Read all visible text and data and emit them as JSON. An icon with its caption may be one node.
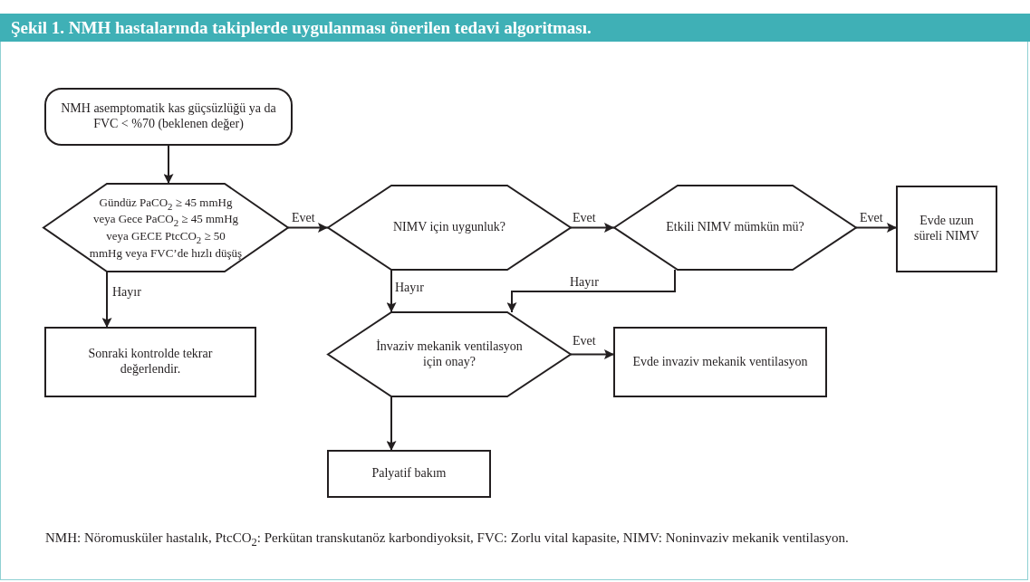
{
  "diagram": {
    "title": "Şekil 1. NMH hastalarında takiplerde uygulanması önerilen tedavi algoritması.",
    "caption": "NMH: Nöromusküler hastalık, PtcCO$_{2}$: Perkütan transkutanöz karbondiyoksit, FVC: Zorlu vital kapasite, NIMV: Noninvaziv mekanik ventilasyon.",
    "nodes": [
      {
        "text": [
          "NMH asemptomatik kas güçsüzlüğü ya da FVC < %70 (beklenen değer)"
        ]
      },
      {
        "text": [
          "Gündüz PaCO$_{2}$ ≥ 45 mmHg veya Gece PaCO$_{2}$ ≥ 45 mmHg veya GECE PtcCO$_{2}$ ≥ 50 mmHg veya FVC’de hızlı düşüş"
        ]
      },
      {
        "text": [
          "NIMV için uygunluk?"
        ]
      },
      {
        "text": [
          "Etkili NIMV mümkün mü?"
        ]
      },
      {
        "text": [
          "Evde uzun süreli NIMV"
        ]
      },
      {
        "text": [
          "Sonraki kontrolde tekrar değerlendir."
        ]
      },
      {
        "text": [
          "İnvaziv mekanik ventilasyon için onay?"
        ]
      },
      {
        "text": [
          "Evde invaziv mekanik ventilasyon"
        ]
      },
      {
        "text": [
          "Palyatif bakım"
        ]
      }
    ],
    "edges": [
      {
        "from": 0,
        "to": 1,
        "arrow": "to"
      },
      {
        "from": 1,
        "to": 2,
        "arrow": "to",
        "label": "Evet"
      },
      {
        "from": 2,
        "to": 3,
        "arrow": "to",
        "label": "Evet"
      },
      {
        "from": 3,
        "to": 4,
        "arrow": "to",
        "label": "Evet"
      },
      {
        "from": 1,
        "to": 5,
        "arrow": "to",
        "label": "Hayır"
      },
      {
        "from": 2,
        "to": 6,
        "arrow": "to",
        "label": "Hayır"
      },
      {
        "from": 3,
        "to": 6,
        "arrow": "to",
        "label": "Hayır"
      },
      {
        "from": 6,
        "to": 7,
        "arrow": "to",
        "label": "Evet"
      },
      {
        "from": 6,
        "to": 8,
        "arrow": "to"
      }
    ]
  }
}
